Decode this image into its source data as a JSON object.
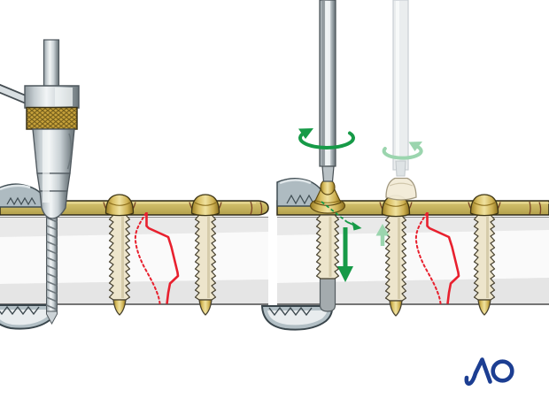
{
  "logo": {
    "text": "AO"
  },
  "colors": {
    "plate-gold": "#c9b45c",
    "plate-gold-light": "#e9dc96",
    "plate-outline": "#2e2a18",
    "plate-joint": "#7a4526",
    "screw-cream": "#ede5cc",
    "screw-outline": "#47412f",
    "screw-gold": "#d8bd62",
    "bone": "#e9e9e9",
    "bone-light": "#fafafa",
    "bone-edge": "#4a4a4a",
    "metal": "#ccd3d7",
    "metal-outline": "#4d565c",
    "retractor": "#b2bfc5",
    "retractor-dark": "#3f4c52",
    "knurl-gold": "#c7a23b",
    "fracture-red": "#e8202e",
    "arrow-green": "#169a47",
    "arrow-green-light": "#9bd5ae",
    "ghost-metal": "#e9edee",
    "ivory": "#f3ecd8",
    "logo-blue": "#1c3e92"
  },
  "panels": {
    "left": {
      "id": "drilling-step",
      "items": [
        "drill-guide",
        "drill-bit",
        "plate",
        "bone",
        "bone-screw-1",
        "bone-screw-2",
        "fracture-line",
        "hohmann-retractor"
      ]
    },
    "right": {
      "id": "screw-insertion-step",
      "items": [
        "screwdriver",
        "ghost-screwdriver",
        "lag-screw",
        "bone-screw-1",
        "bone-screw-2",
        "plate",
        "bone",
        "fracture-line",
        "hohmann-retractor",
        "rotation-arrow",
        "ghost-rotation-arrow",
        "compression-down-arrow",
        "compression-up-arrow"
      ]
    }
  }
}
